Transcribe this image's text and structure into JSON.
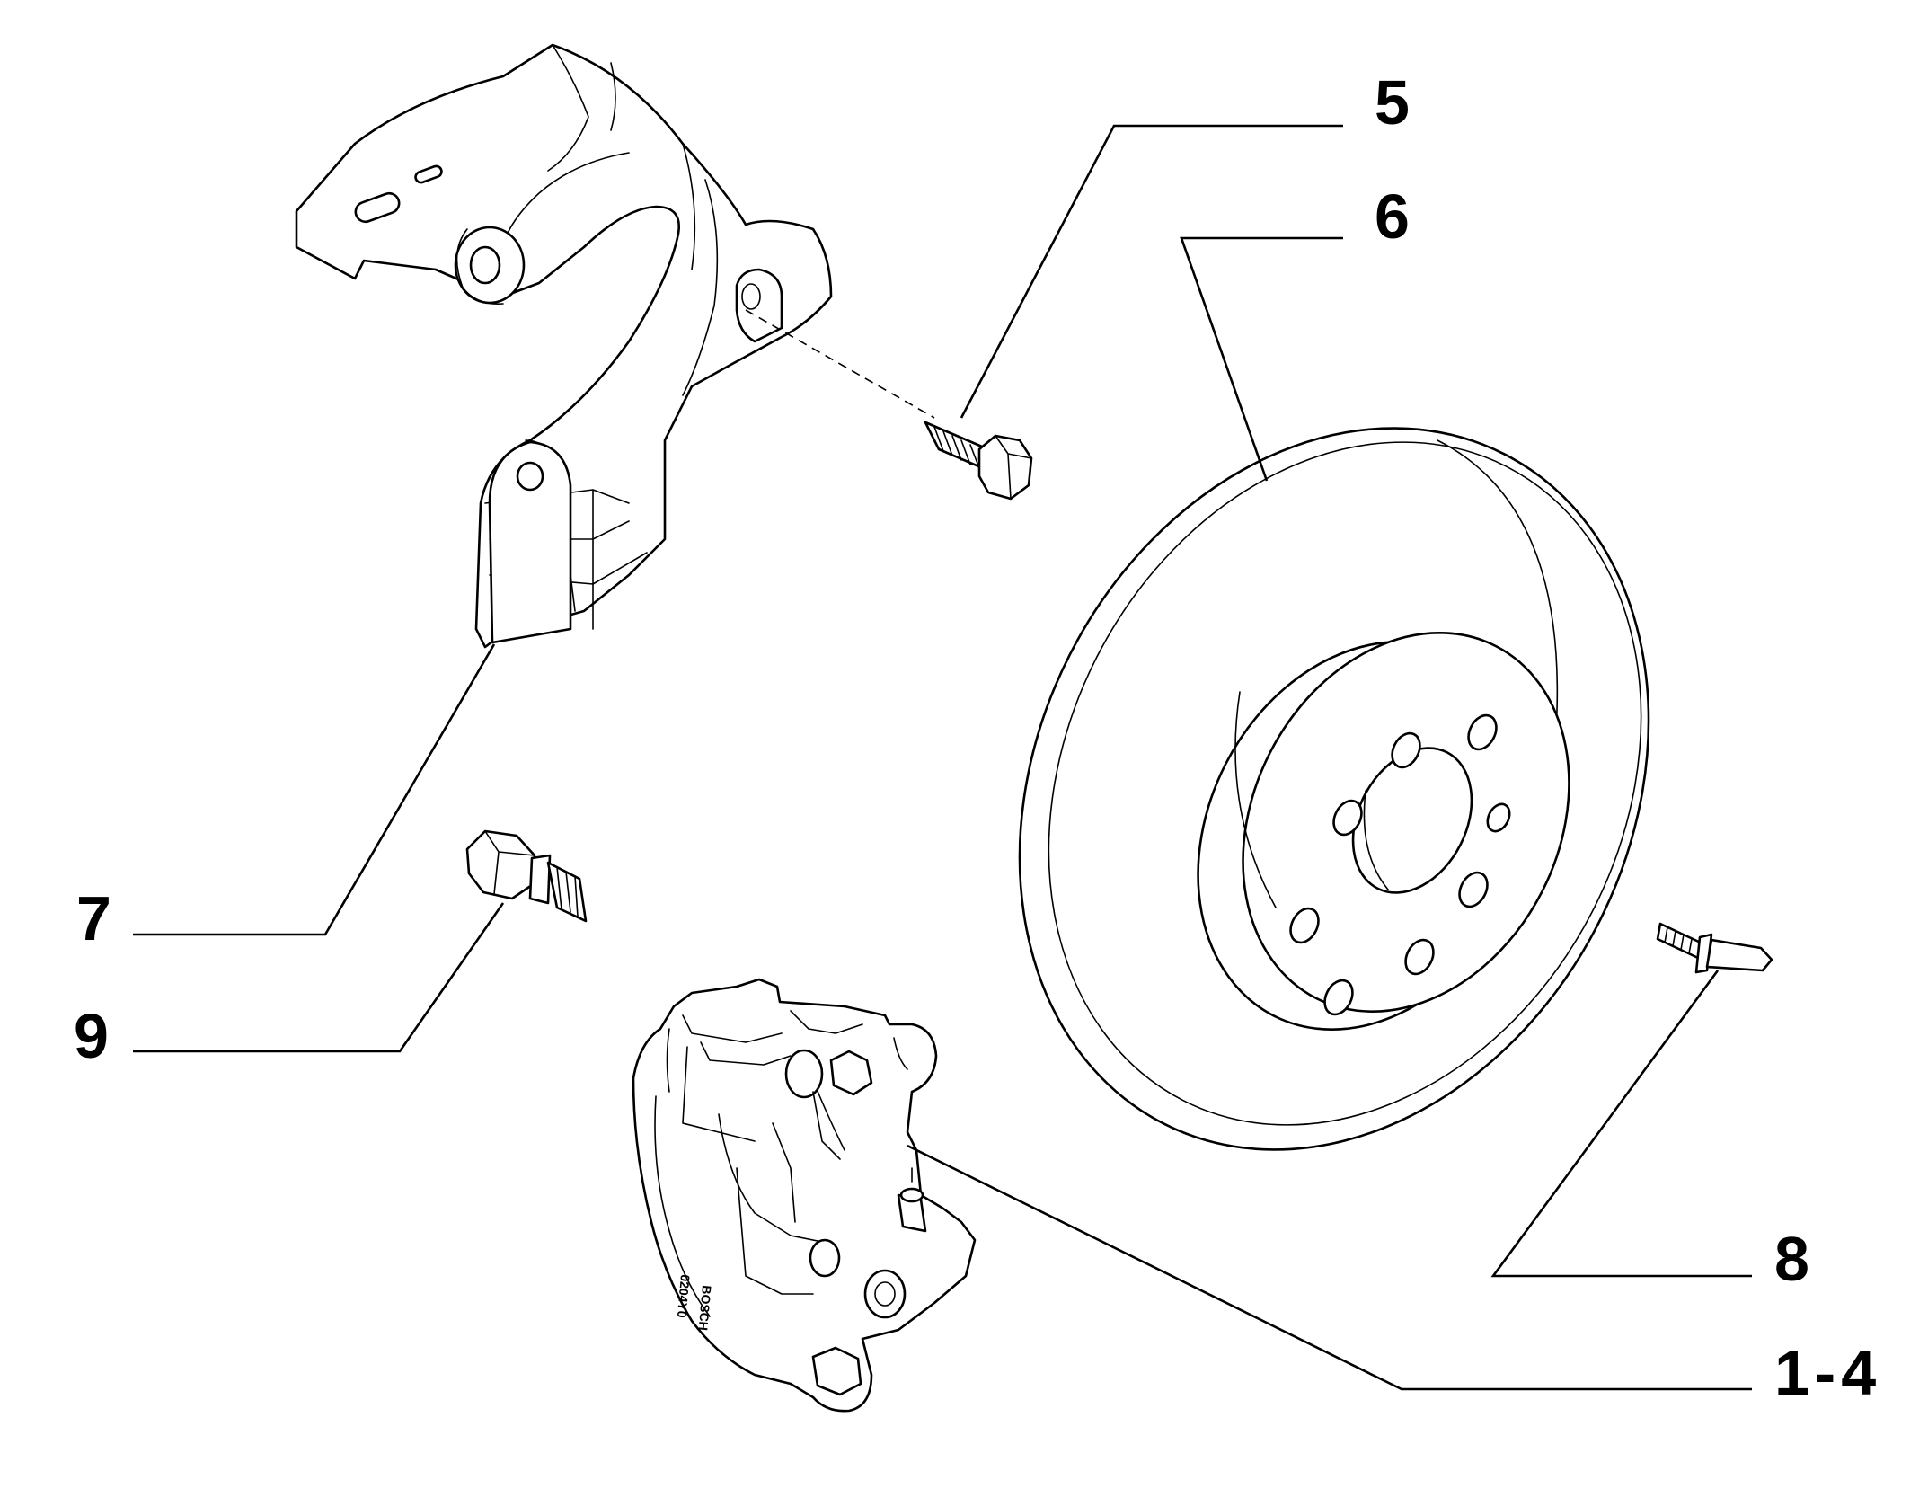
{
  "callouts": {
    "c5": "5",
    "c6": "6",
    "c7": "7",
    "c8": "8",
    "c9": "9",
    "c14": "1-4"
  },
  "caliper_marking": {
    "brand": "BOSCH",
    "code": "0204Y0"
  },
  "colors": {
    "line": "#000000",
    "background": "#ffffff"
  }
}
